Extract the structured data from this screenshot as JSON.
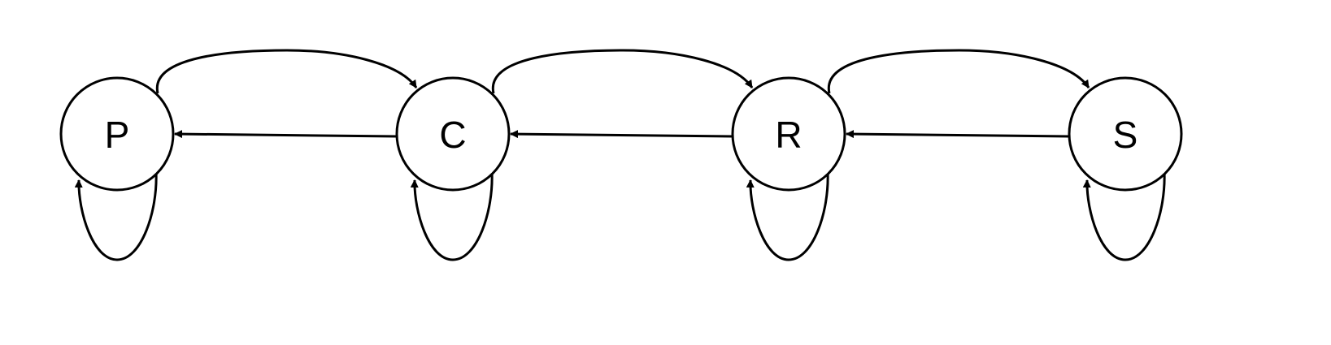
{
  "diagram": {
    "type": "state-transition-graph",
    "nodes": [
      {
        "id": "P",
        "label": "P"
      },
      {
        "id": "C",
        "label": "C"
      },
      {
        "id": "R",
        "label": "R"
      },
      {
        "id": "S",
        "label": "S"
      }
    ],
    "edges": [
      {
        "from": "P",
        "to": "C",
        "kind": "curved"
      },
      {
        "from": "C",
        "to": "R",
        "kind": "curved"
      },
      {
        "from": "R",
        "to": "S",
        "kind": "curved"
      },
      {
        "from": "C",
        "to": "P",
        "kind": "straight"
      },
      {
        "from": "R",
        "to": "C",
        "kind": "straight"
      },
      {
        "from": "S",
        "to": "R",
        "kind": "straight"
      },
      {
        "from": "P",
        "to": "P",
        "kind": "self-loop"
      },
      {
        "from": "C",
        "to": "C",
        "kind": "self-loop"
      },
      {
        "from": "R",
        "to": "R",
        "kind": "self-loop"
      },
      {
        "from": "S",
        "to": "S",
        "kind": "self-loop"
      }
    ],
    "colors": {
      "stroke": "#000000",
      "fill": "#ffffff",
      "text": "#000000"
    }
  }
}
